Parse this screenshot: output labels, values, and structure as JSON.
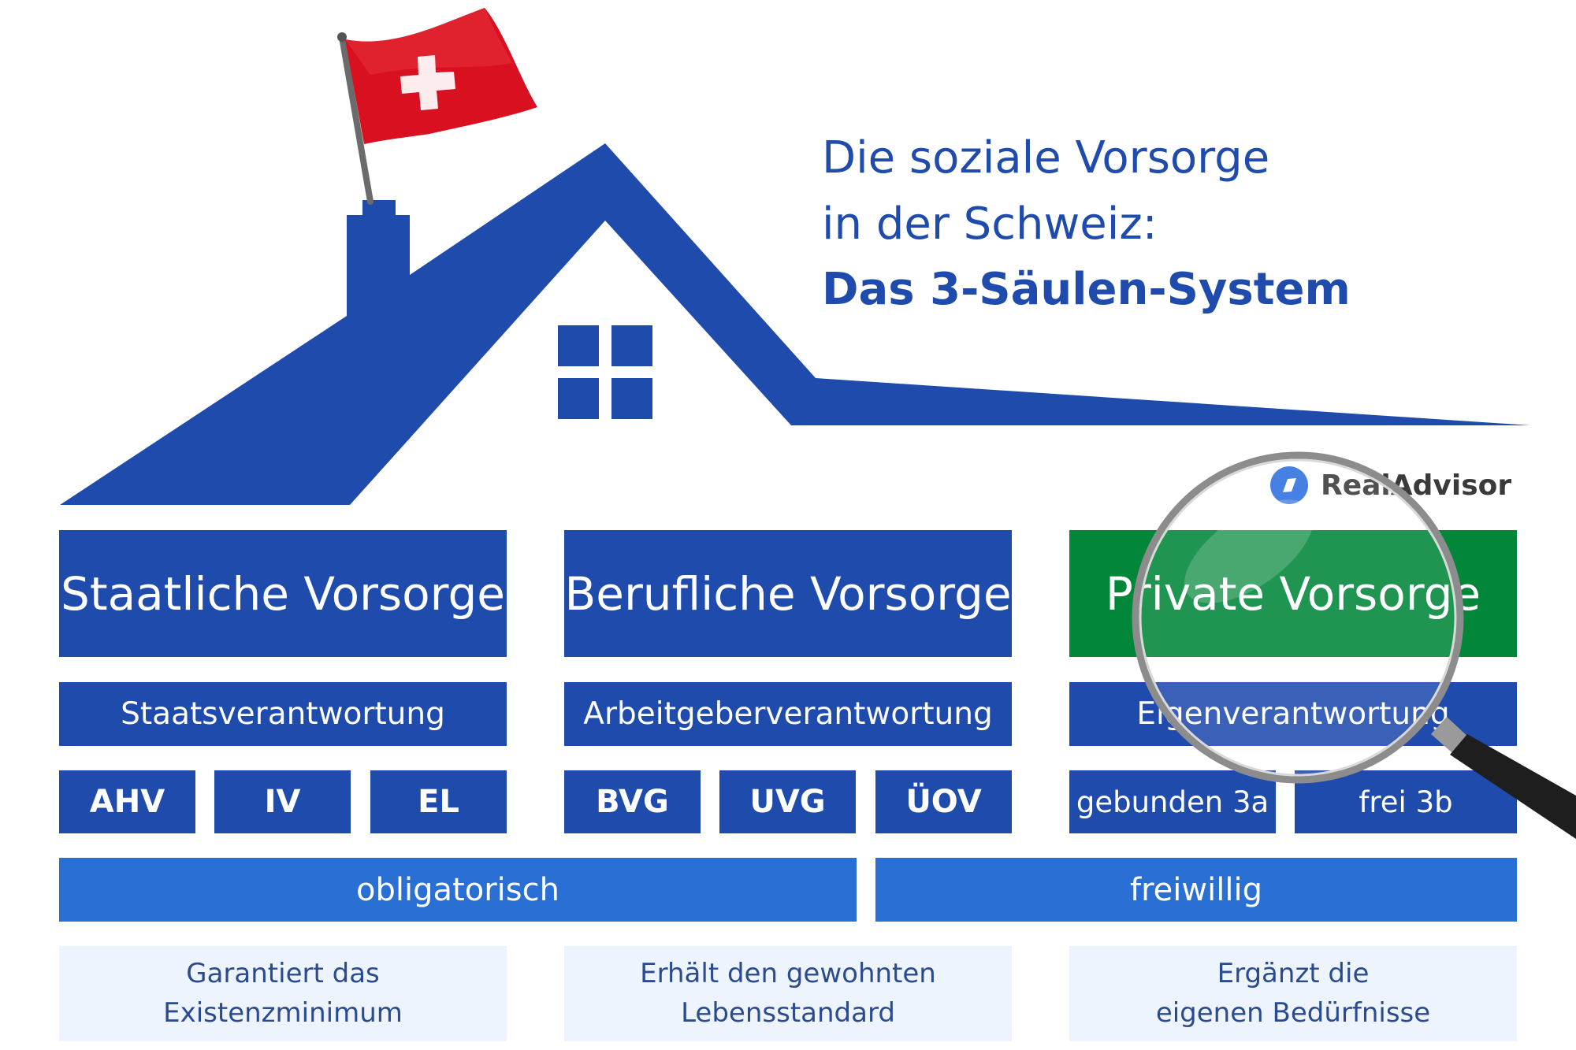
{
  "title": {
    "line1": "Die soziale Vorsorge",
    "line2": "in der Schweiz:",
    "line3": "Das 3-Säulen-System"
  },
  "brand": {
    "name": "RealAdvisor"
  },
  "pillars": [
    {
      "name": "Staatliche Vorsorge",
      "responsibility": "Staatsverantwortung",
      "codes": [
        "AHV",
        "IV",
        "EL"
      ],
      "description": [
        "Garantiert das",
        "Existenzminimum"
      ]
    },
    {
      "name": "Berufliche Vorsorge",
      "responsibility": "Arbeitgeberverantwortung",
      "codes": [
        "BVG",
        "UVG",
        "ÜOV"
      ],
      "description": [
        "Erhält den gewohnten",
        "Lebensstandard"
      ]
    },
    {
      "name": "Private Vorsorge",
      "responsibility": "Eigenverantwortung",
      "codes": [
        "gebunden 3a",
        "frei 3b"
      ],
      "description": [
        "Ergänzt die",
        "eigenen Bedürfnisse"
      ]
    }
  ],
  "categories": {
    "mandatory": "obligatorisch",
    "voluntary": "freiwillig"
  },
  "colors": {
    "primary_blue": "#1f4bad",
    "light_blue": "#2a70d4",
    "private_green": "#02873a",
    "flag_red": "#d8101f",
    "description_bg": "#eef4fd"
  },
  "icons": {
    "flag": "swiss-flag-icon",
    "house": "house-roof-icon",
    "window": "window-icon",
    "magnifier": "magnifying-glass-icon",
    "brand": "realadvisor-logo-icon"
  }
}
